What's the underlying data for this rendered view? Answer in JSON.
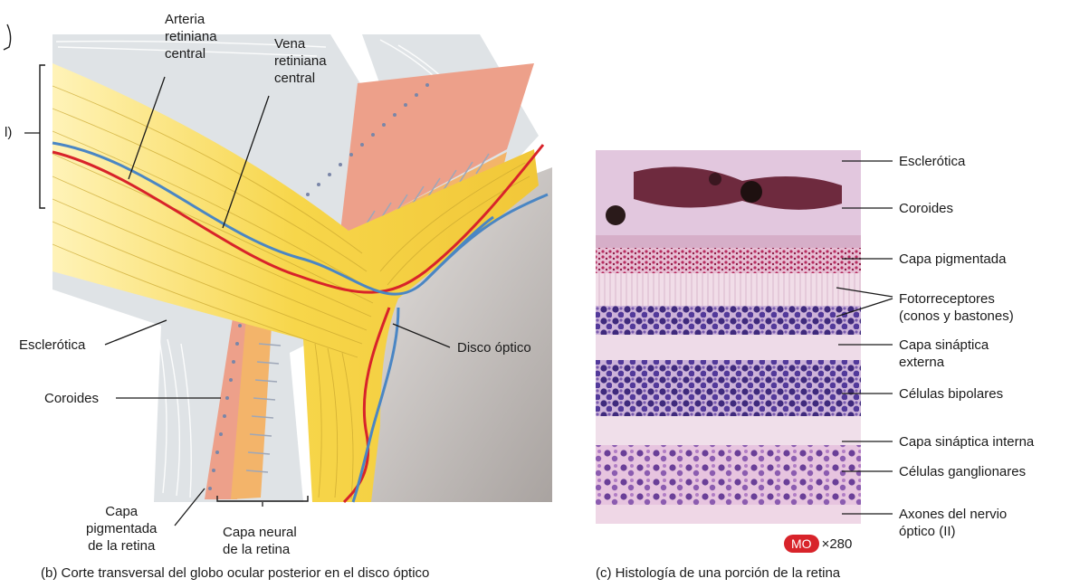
{
  "panel_b": {
    "labels": {
      "arteria": "Arteria\nretiniana\ncentral",
      "vena": "Vena\nretiniana\ncentral",
      "bracket_fragment": "l)",
      "esclerotica": "Esclerótica",
      "coroides": "Coroides",
      "disco": "Disco óptico",
      "capa_pigmentada": "Capa\npigmentada\nde la retina",
      "capa_neural": "Capa neural\nde la retina"
    },
    "caption": "(b) Corte transversal del globo ocular posterior en el disco óptico"
  },
  "panel_c": {
    "labels": {
      "esclerotica": "Esclerótica",
      "coroides": "Coroides",
      "capa_pigmentada": "Capa pigmentada",
      "fotorreceptores": "Fotorreceptores\n(conos y bastones)",
      "capa_sinaptica_externa": "Capa sináptica\nexterna",
      "celulas_bipolares": "Células bipolares",
      "capa_sinaptica_interna": "Capa sináptica interna",
      "celulas_ganglionares": "Células ganglionares",
      "axones": "Axones del nervio\nóptico (II)"
    },
    "magnification": {
      "badge": "MO",
      "value": "×280"
    },
    "caption": "(c) Histología de una porción de la retina"
  },
  "colors": {
    "sclera": "#dfe3e6",
    "retina_yellow": "#f7d64a",
    "choroid": "#eda08a",
    "artery": "#d8232a",
    "vein": "#4a86c4",
    "nucleus_purple": "#3f2a7d",
    "tissue_pink": "#ead0e3"
  }
}
